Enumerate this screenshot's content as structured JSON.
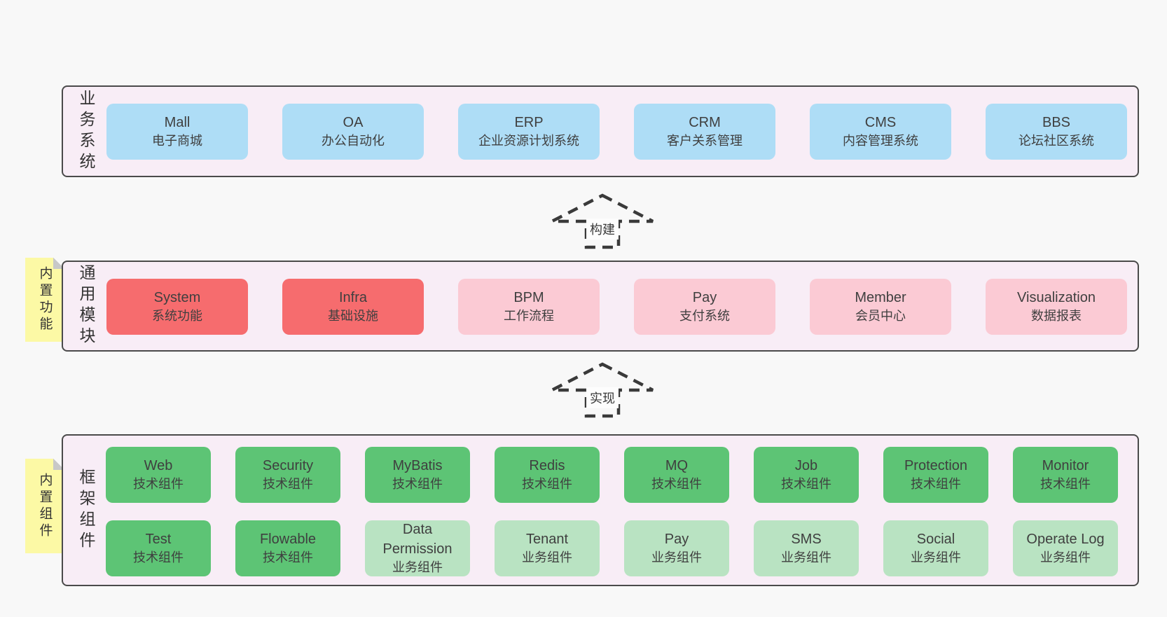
{
  "business": {
    "label": "业务系统",
    "items": [
      {
        "title": "Mall",
        "subtitle": "电子商城",
        "variant": "blue"
      },
      {
        "title": "OA",
        "subtitle": "办公自动化",
        "variant": "blue"
      },
      {
        "title": "ERP",
        "subtitle": "企业资源计划系统",
        "variant": "blue"
      },
      {
        "title": "CRM",
        "subtitle": "客户关系管理",
        "variant": "blue"
      },
      {
        "title": "CMS",
        "subtitle": "内容管理系统",
        "variant": "blue"
      },
      {
        "title": "BBS",
        "subtitle": "论坛社区系统",
        "variant": "blue"
      }
    ]
  },
  "arrows": [
    {
      "label": "构建"
    },
    {
      "label": "实现"
    }
  ],
  "modules": {
    "sticky": "内置功能",
    "label": "通用模块",
    "items": [
      {
        "title": "System",
        "subtitle": "系统功能",
        "variant": "red"
      },
      {
        "title": "Infra",
        "subtitle": "基础设施",
        "variant": "red"
      },
      {
        "title": "BPM",
        "subtitle": "工作流程",
        "variant": "pink"
      },
      {
        "title": "Pay",
        "subtitle": "支付系统",
        "variant": "pink"
      },
      {
        "title": "Member",
        "subtitle": "会员中心",
        "variant": "pink"
      },
      {
        "title": "Visualization",
        "subtitle": "数据报表",
        "variant": "pink"
      }
    ]
  },
  "components": {
    "sticky": "内置组件",
    "label": "框架组件",
    "row1": [
      {
        "title": "Web",
        "subtitle": "技术组件",
        "variant": "green"
      },
      {
        "title": "Security",
        "subtitle": "技术组件",
        "variant": "green"
      },
      {
        "title": "MyBatis",
        "subtitle": "技术组件",
        "variant": "green"
      },
      {
        "title": "Redis",
        "subtitle": "技术组件",
        "variant": "green"
      },
      {
        "title": "MQ",
        "subtitle": "技术组件",
        "variant": "green"
      },
      {
        "title": "Job",
        "subtitle": "技术组件",
        "variant": "green"
      },
      {
        "title": "Protection",
        "subtitle": "技术组件",
        "variant": "green"
      },
      {
        "title": "Monitor",
        "subtitle": "技术组件",
        "variant": "green"
      }
    ],
    "row2": [
      {
        "title": "Test",
        "subtitle": "技术组件",
        "variant": "green"
      },
      {
        "title": "Flowable",
        "subtitle": "技术组件",
        "variant": "green"
      },
      {
        "title": "Data Permission",
        "subtitle": "业务组件",
        "variant": "lightgreen"
      },
      {
        "title": "Tenant",
        "subtitle": "业务组件",
        "variant": "lightgreen"
      },
      {
        "title": "Pay",
        "subtitle": "业务组件",
        "variant": "lightgreen"
      },
      {
        "title": "SMS",
        "subtitle": "业务组件",
        "variant": "lightgreen"
      },
      {
        "title": "Social",
        "subtitle": "业务组件",
        "variant": "lightgreen"
      },
      {
        "title": "Operate Log",
        "subtitle": "业务组件",
        "variant": "lightgreen"
      }
    ]
  },
  "colors": {
    "panel_bg": "#f8edf6",
    "panel_border": "#4a4a4a",
    "blue": "#aeddf6",
    "red": "#f66c6e",
    "pink": "#fbcad4",
    "green": "#5dc475",
    "lightgreen": "#b9e3c2",
    "sticky_yellow": "#fcf9a5",
    "page_bg": "#f8f8f8",
    "text": "#3f3f3f"
  }
}
